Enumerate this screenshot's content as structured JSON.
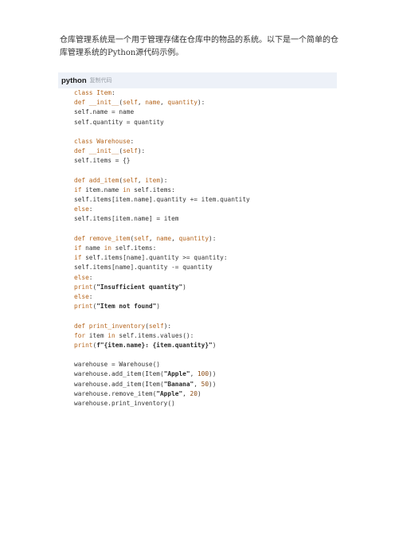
{
  "intro": {
    "text": "仓库管理系统是一个用于管理存储在仓库中的物品的系统。以下是一个简单的仓库管理系统的Python源代码示例。"
  },
  "code_block": {
    "language": "python",
    "copy_label": "复制代码",
    "lines": [
      "class Item:",
      "def __init__(self, name, quantity):",
      "self.name = name",
      "self.quantity = quantity",
      "",
      "class Warehouse:",
      "def __init__(self):",
      "self.items = {}",
      "",
      "def add_item(self, item):",
      "if item.name in self.items:",
      "self.items[item.name].quantity += item.quantity",
      "else:",
      "self.items[item.name] = item",
      "",
      "def remove_item(self, name, quantity):",
      "if name in self.items:",
      "if self.items[name].quantity >= quantity:",
      "self.items[name].quantity -= quantity",
      "else:",
      "print(\"Insufficient quantity\")",
      "else:",
      "print(\"Item not found\")",
      "",
      "def print_inventory(self):",
      "for item in self.items.values():",
      "print(f\"{item.name}: {item.quantity}\")",
      "",
      "warehouse = Warehouse()",
      "warehouse.add_item(Item(\"Apple\", 100))",
      "warehouse.add_item(Item(\"Banana\", 50))",
      "warehouse.remove_item(\"Apple\", 20)",
      "warehouse.print_inventory()"
    ]
  },
  "colors": {
    "keyword": "#b5651d",
    "header_bg": "#edf1f8",
    "text": "#333333"
  }
}
